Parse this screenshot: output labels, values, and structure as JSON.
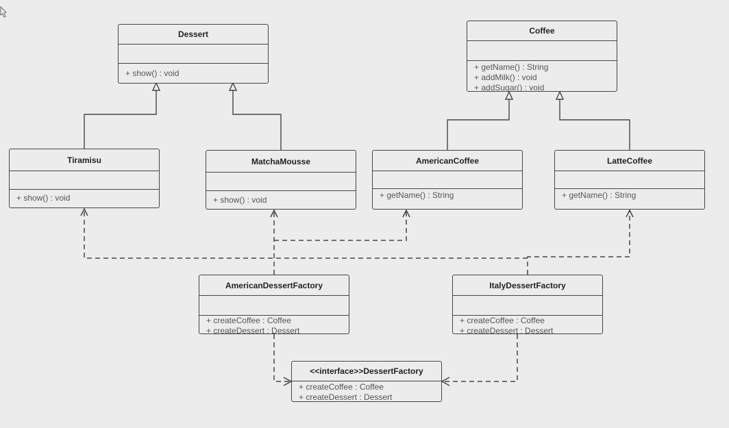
{
  "diagram": {
    "classes": {
      "dessert": {
        "name": "Dessert",
        "methods": [
          "+ show() : void"
        ]
      },
      "coffee": {
        "name": "Coffee",
        "methods": [
          "+ getName() : String",
          "+ addMilk() : void",
          "+ addSugar() : void"
        ]
      },
      "tiramisu": {
        "name": "Tiramisu",
        "methods": [
          "+ show() : void"
        ]
      },
      "matcha_mousse": {
        "name": "MatchaMousse",
        "methods": [
          "+ show() : void"
        ]
      },
      "american_coffee": {
        "name": "AmericanCoffee",
        "methods": [
          "+ getName() : String"
        ]
      },
      "latte_coffee": {
        "name": "LatteCoffee",
        "methods": [
          "+ getName() : String"
        ]
      },
      "american_dessert_factory": {
        "name": "AmericanDessertFactory",
        "methods": [
          "+ createCoffee : Coffee",
          "+ createDessert : Dessert"
        ]
      },
      "italy_dessert_factory": {
        "name": "ItalyDessertFactory",
        "methods": [
          "+ createCoffee : Coffee",
          "+ createDessert : Dessert"
        ]
      },
      "dessert_factory": {
        "name": "<<interface>>DessertFactory",
        "methods": [
          "+ createCoffee : Coffee",
          "+ createDessert : Dessert"
        ]
      }
    },
    "colors": {
      "background": "#ececec",
      "line": "#454545",
      "name_text": "#222222",
      "member_text": "#555555"
    }
  }
}
